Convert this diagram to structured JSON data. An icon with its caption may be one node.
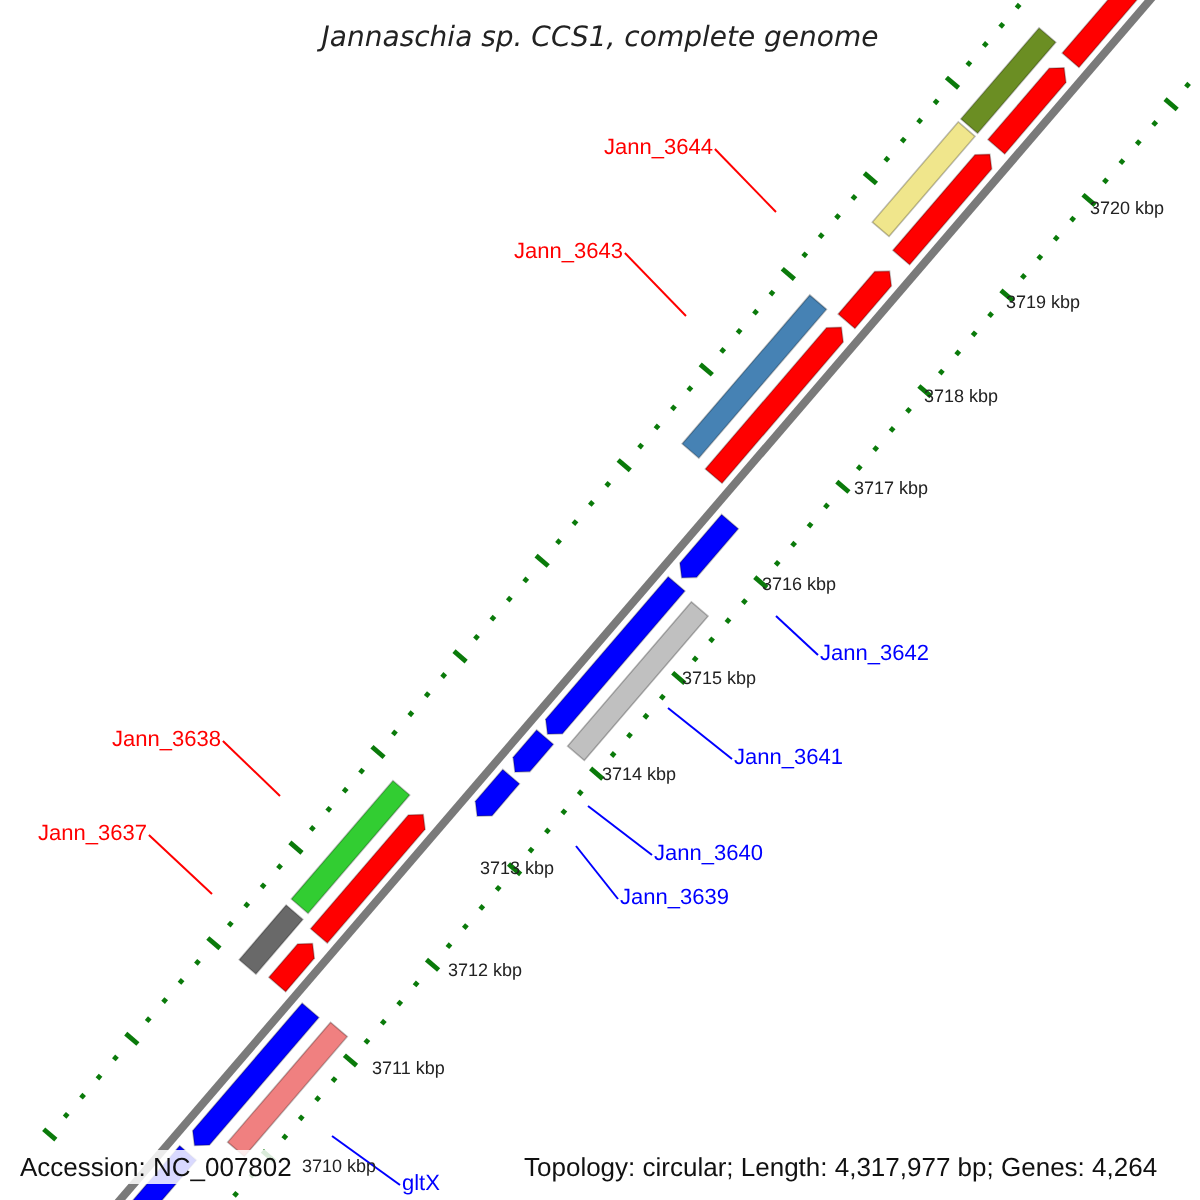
{
  "diagram": {
    "title": "Jannaschia sp. CCS1, complete genome",
    "nodes": [
      {
        "text": [
          "Jann_3644"
        ]
      },
      {
        "text": [
          "Jann_3643"
        ]
      },
      {
        "text": [
          "Jann_3642"
        ]
      },
      {
        "text": [
          "Jann_3638"
        ]
      },
      {
        "text": [
          "Jann_3641"
        ]
      },
      {
        "text": [
          "Jann_3637"
        ]
      },
      {
        "text": [
          "Jann_3640"
        ]
      },
      {
        "text": [
          "Jann_3639"
        ]
      },
      {
        "text": [
          "gltX"
        ]
      }
    ],
    "edges": [
      {
        "from": 0,
        "to": null,
        "arrow": "none",
        "color": "#ff0000"
      },
      {
        "from": 1,
        "to": null,
        "arrow": "none",
        "color": "#ff0000"
      },
      {
        "from": 2,
        "to": null,
        "arrow": "none"
      },
      {
        "from": 3,
        "to": null,
        "arrow": "none",
        "color": "#ff0000"
      },
      {
        "from": 4,
        "to": null,
        "arrow": "none"
      },
      {
        "from": 5,
        "to": null,
        "arrow": "none",
        "color": "#ff0000"
      },
      {
        "from": 6,
        "to": null,
        "arrow": "none"
      },
      {
        "from": 7,
        "to": null,
        "arrow": "none"
      },
      {
        "from": 8,
        "to": null,
        "arrow": "none"
      }
    ],
    "labels": [
      "3720 kbp",
      "3719 kbp",
      "3718 kbp",
      "3717 kbp",
      "3716 kbp",
      "3715 kbp",
      "3714 kbp",
      "3713 kbp",
      "3712 kbp",
      "3711 kbp",
      "3710 kbp",
      "Accession: NC_007802",
      "Topology: circular; Length: 4,317,977 bp; Genes: 4,264"
    ]
  }
}
